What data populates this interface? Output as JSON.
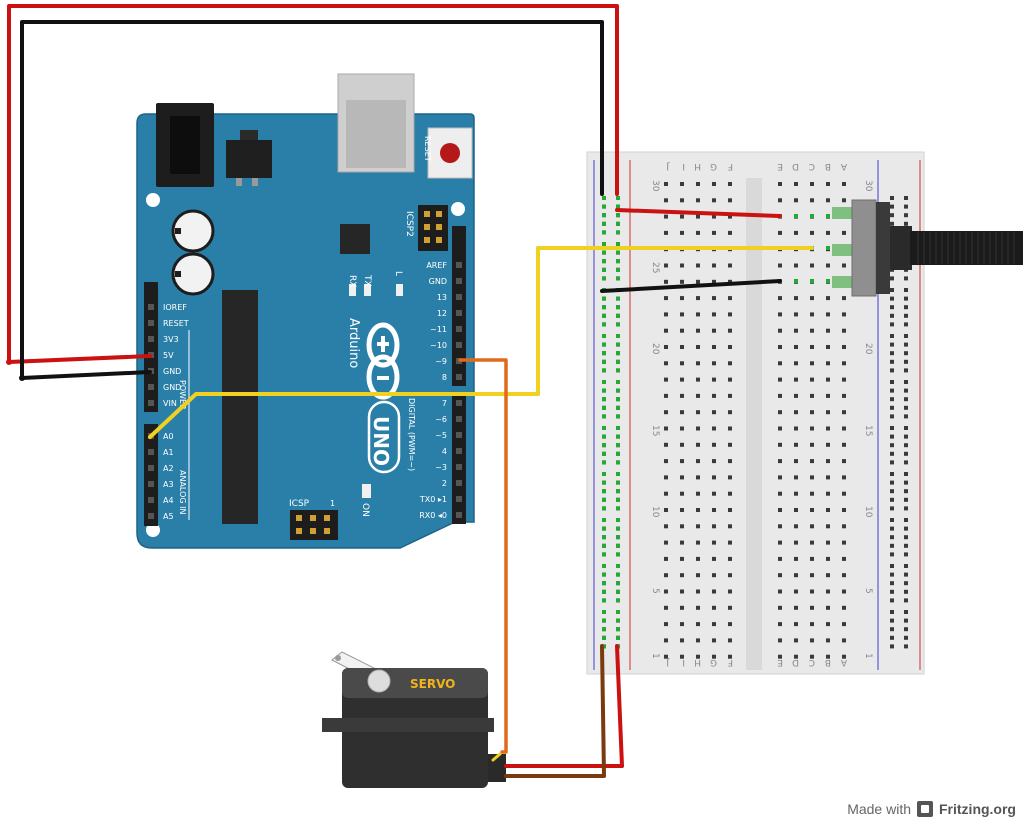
{
  "arduino": {
    "brand": "Arduino",
    "model": "UNO",
    "reset_label": "RESET",
    "icsp2_label": "ICSP2",
    "icsp_label": "ICSP",
    "icsp_pin1": "1",
    "tx_label": "TX",
    "rx_label": "RX",
    "l_label": "L",
    "on_label": "ON",
    "power_header_label": "POWER",
    "analog_header_label": "ANALOG IN",
    "digital_header_label": "DIGITAL (PWM=~)",
    "power_pins": [
      "IOREF",
      "RESET",
      "3V3",
      "5V",
      "GND",
      "GND",
      "VIN"
    ],
    "analog_pins": [
      "A0",
      "A1",
      "A2",
      "A3",
      "A4",
      "A5"
    ],
    "digital_upper_pins": [
      "AREF",
      "GND",
      "13",
      "12",
      "~11",
      "~10",
      "~9",
      "8"
    ],
    "digital_lower_pins": [
      "7",
      "~6",
      "~5",
      "4",
      "~3",
      "2",
      "TX0 ▸1",
      "RX0 ◂0"
    ]
  },
  "breadboard": {
    "column_letters_left": [
      "J",
      "I",
      "H",
      "G",
      "F"
    ],
    "column_letters_right": [
      "E",
      "D",
      "C",
      "B",
      "A"
    ],
    "row_markers": [
      "30",
      "25",
      "20",
      "15",
      "10",
      "5",
      "1"
    ]
  },
  "servo": {
    "label": "SERVO"
  },
  "colors": {
    "board": "#2a7fa8",
    "board_dark": "#1d6388",
    "wire_red": "#cc1111",
    "wire_black": "#111111",
    "wire_yellow": "#f0d020",
    "wire_orange": "#e06a1c",
    "wire_brown": "#7a3a10",
    "breadboard": "#e8e8e8",
    "servo_body": "#2f2f2f",
    "servo_label": "#f2b41a"
  },
  "footer": {
    "made_with": "Made with",
    "brand": "Fritzing.org"
  }
}
